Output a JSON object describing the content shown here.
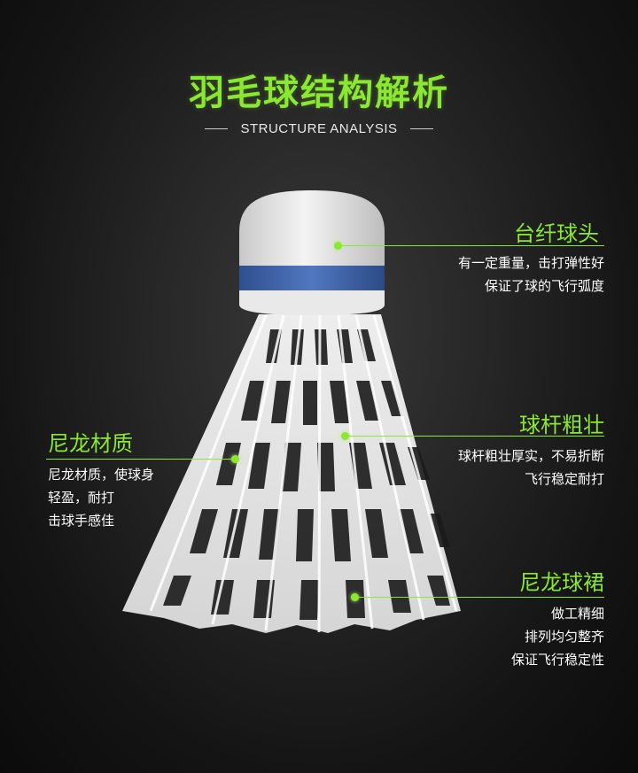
{
  "title": "羽毛球结构解析",
  "subtitle": "STRUCTURE ANALYSIS",
  "colors": {
    "accent": "#8be830",
    "cork_band": "#3e64a8",
    "background": "#1a1a1a"
  },
  "callouts": {
    "cork_head": {
      "title": "台纤球头",
      "lines": [
        "有一定重量，击打弹性好",
        "保证了球的飞行弧度"
      ]
    },
    "nylon_material": {
      "title": "尼龙材质",
      "lines": [
        "尼龙材质，使球身",
        "轻盈，耐打",
        "击球手感佳"
      ]
    },
    "thick_shaft": {
      "title": "球杆粗壮",
      "lines": [
        "球杆粗壮厚实，不易折断",
        "飞行稳定耐打"
      ]
    },
    "nylon_skirt": {
      "title": "尼龙球裙",
      "lines": [
        "做工精细",
        "排列均匀整齐",
        "保证飞行稳定性"
      ]
    }
  }
}
